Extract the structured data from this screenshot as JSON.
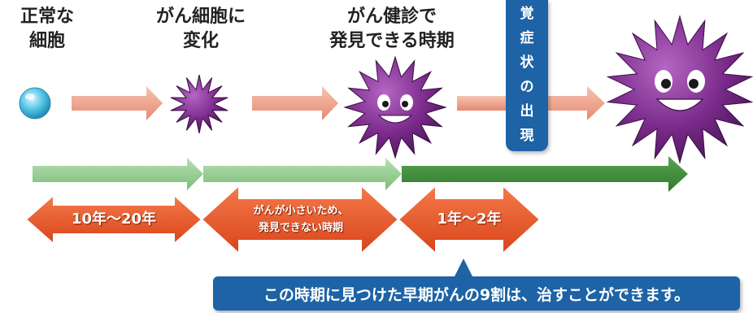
{
  "labels": {
    "normal_cell": [
      "正常な",
      "細胞"
    ],
    "cancer_change": [
      "がん細胞に",
      "変化"
    ],
    "detectable": [
      "がん健診で",
      "発見できる時期"
    ]
  },
  "symptom_banner": [
    "覚",
    "症",
    "状",
    "の",
    "出",
    "現"
  ],
  "periods": {
    "first": "10年～20年",
    "second": [
      "がんが小さいため、",
      "発見できない時期"
    ],
    "third": "1年～2年"
  },
  "callout": "この時期に見つけた早期がんの9割は、治すことができます。",
  "colors": {
    "salmon_arrow": "#f0a28a",
    "light_green": "#8cc88a",
    "dark_green": "#3f8a3a",
    "red_arrow": "#ea5a2a",
    "blue_banner": "#1d63a6",
    "purple_cell": "#7a2a8a"
  }
}
